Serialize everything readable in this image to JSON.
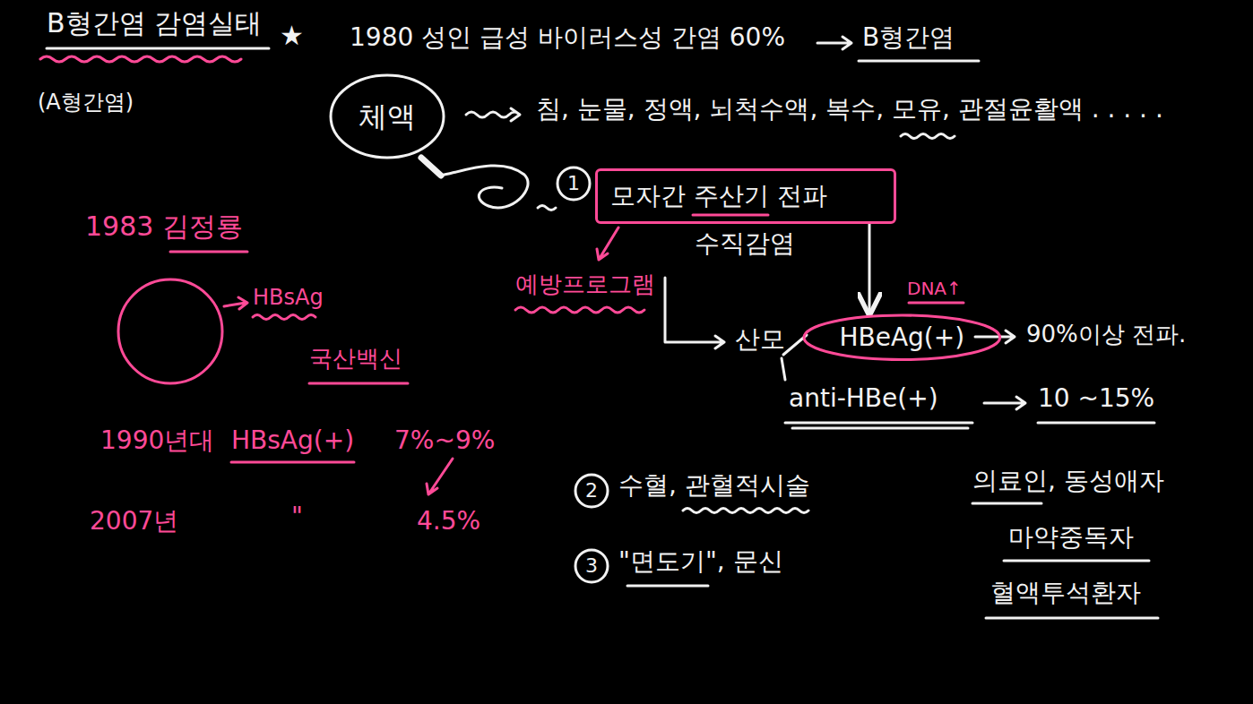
{
  "diagram": {
    "title": "B형간염 감염실태",
    "nodes": [
      {
        "text": [
          "체액"
        ]
      },
      {
        "text": [
          "모자간 주산기 전파"
        ]
      },
      {
        "text": [
          "HBeAg(+)"
        ]
      }
    ],
    "edges": [
      {
        "from": 1,
        "to": 2,
        "arrow": "to"
      }
    ],
    "labels": [
      "★",
      "(A형간염)",
      "1980 성인 급성 바이러스성 간염 60%",
      "B형간염",
      "침, 눈물, 정액, 뇌척수액, 복수, 모유, 관절윤활액 . . . . .",
      "1",
      "수직감염",
      "예방프로그램",
      "DNA↑",
      "산모",
      "90%이상 전파.",
      "anti-HBe(+)",
      "10 ~15%",
      "2",
      "수혈, 관혈적시술",
      "3",
      "\"면도기\", 문신",
      "의료인, 동성애자",
      "마약중독자",
      "혈액투석환자",
      "1983 김정룡",
      "HBsAg",
      "국산백신",
      "1990년대",
      "HBsAg(+)",
      "7%~9%",
      "2007년",
      "\"",
      "4.5%"
    ]
  }
}
